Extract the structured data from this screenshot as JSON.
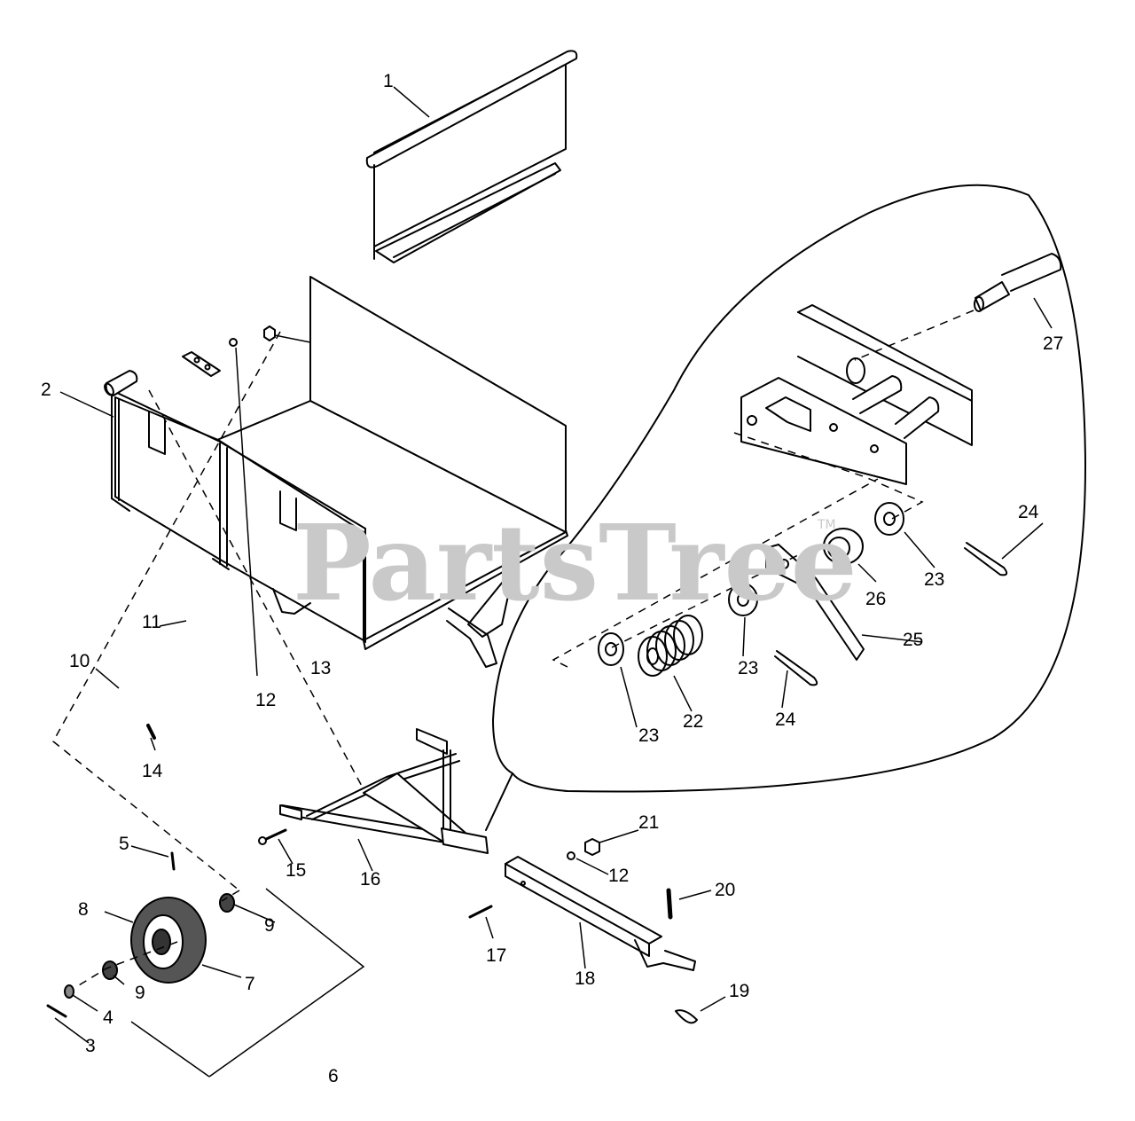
{
  "watermark": {
    "text": "PartsTree",
    "tm": "TM"
  },
  "callouts": [
    {
      "id": "callout-1",
      "text": "1"
    },
    {
      "id": "callout-2",
      "text": "2"
    },
    {
      "id": "callout-3",
      "text": "3"
    },
    {
      "id": "callout-4",
      "text": "4"
    },
    {
      "id": "callout-5",
      "text": "5"
    },
    {
      "id": "callout-6",
      "text": "6"
    },
    {
      "id": "callout-7",
      "text": "7"
    },
    {
      "id": "callout-8",
      "text": "8"
    },
    {
      "id": "callout-9a",
      "text": "9"
    },
    {
      "id": "callout-9b",
      "text": "9"
    },
    {
      "id": "callout-10",
      "text": "10"
    },
    {
      "id": "callout-11",
      "text": "11"
    },
    {
      "id": "callout-12a",
      "text": "12"
    },
    {
      "id": "callout-12b",
      "text": "12"
    },
    {
      "id": "callout-13",
      "text": "13"
    },
    {
      "id": "callout-14",
      "text": "14"
    },
    {
      "id": "callout-15",
      "text": "15"
    },
    {
      "id": "callout-16",
      "text": "16"
    },
    {
      "id": "callout-17",
      "text": "17"
    },
    {
      "id": "callout-18",
      "text": "18"
    },
    {
      "id": "callout-19",
      "text": "19"
    },
    {
      "id": "callout-20",
      "text": "20"
    },
    {
      "id": "callout-21",
      "text": "21"
    },
    {
      "id": "callout-22",
      "text": "22"
    },
    {
      "id": "callout-23a",
      "text": "23"
    },
    {
      "id": "callout-23b",
      "text": "23"
    },
    {
      "id": "callout-23c",
      "text": "23"
    },
    {
      "id": "callout-24a",
      "text": "24"
    },
    {
      "id": "callout-24b",
      "text": "24"
    },
    {
      "id": "callout-25",
      "text": "25"
    },
    {
      "id": "callout-26",
      "text": "26"
    },
    {
      "id": "callout-27",
      "text": "27"
    }
  ]
}
